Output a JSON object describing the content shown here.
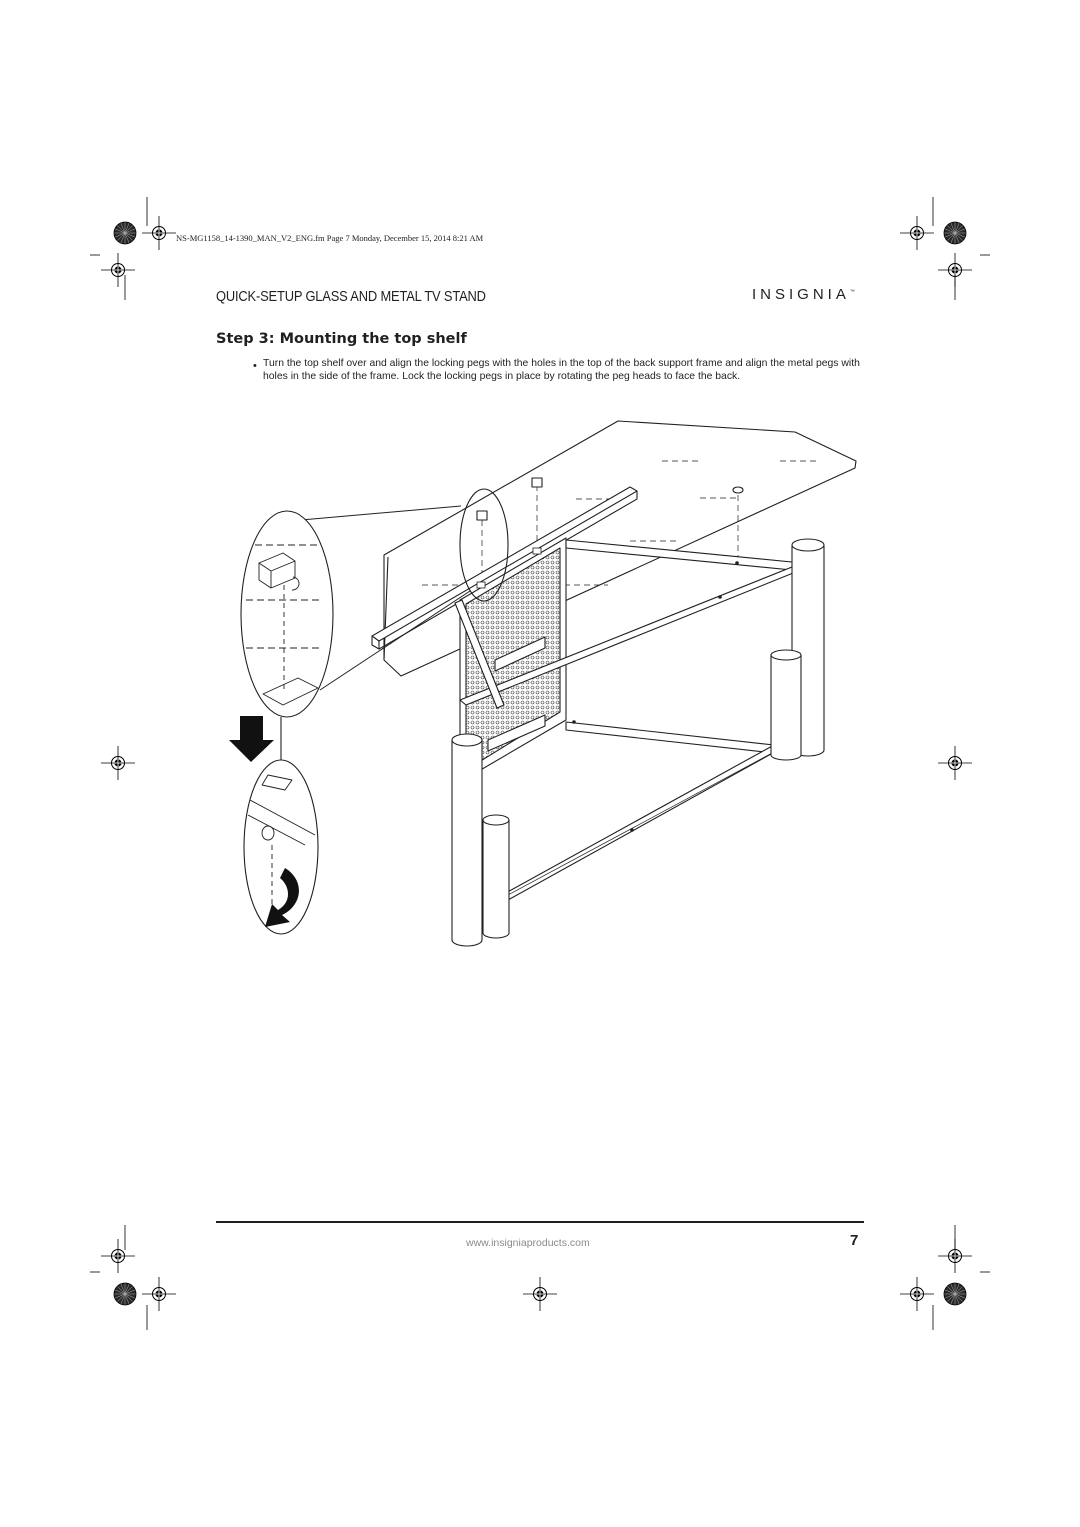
{
  "header": {
    "printer_line": "NS-MG1158_14-1390_MAN_V2_ENG.fm  Page 7  Monday, December 15, 2014  8:21 AM",
    "doc_title": "QUICK-SETUP GLASS AND METAL TV STAND",
    "brand": "INSIGNIA",
    "brand_tm": "™"
  },
  "content": {
    "step_heading": "Step 3: Mounting the top shelf",
    "bullet": "•",
    "instruction": "Turn the top shelf over and align the locking pegs with the holes in the top of the back support frame and align the metal pegs with holes in the side of the frame. Lock the locking pegs in place by rotating the peg heads to face the back."
  },
  "footer": {
    "url": "www.insigniaproducts.com",
    "page_number": "7"
  },
  "icons": {
    "registration_mark": "registration-crosshair-icon",
    "color_wheel": "starburst-target-icon",
    "down_arrow": "down-arrow-icon",
    "rotate_arrow": "rotate-arrow-icon"
  }
}
